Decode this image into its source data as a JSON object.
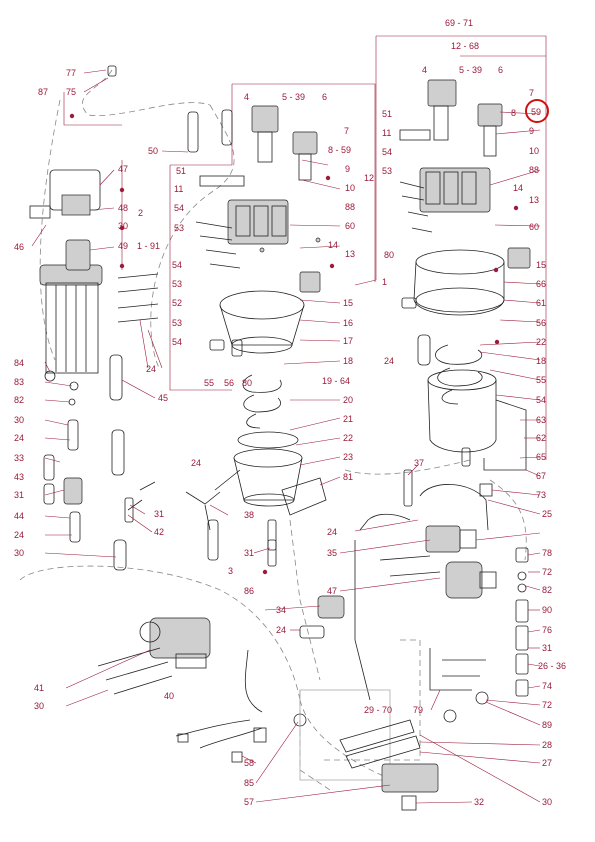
{
  "diagram": {
    "highlighted_callout": "59",
    "colors": {
      "label": "#9b1b3a",
      "highlight": "#d01010",
      "line": "#222222"
    }
  },
  "labels": {
    "l_69_71": "69 - 71",
    "l_12_68": "12 - 68",
    "l_77": "77",
    "l_87": "87",
    "l_75": "75",
    "l_47a": "47",
    "l_48": "48",
    "l_30a": "30",
    "l_49": "49",
    "l_2a": "2",
    "l_46": "46",
    "l_50": "50",
    "l_1_91": "1 - 91",
    "l_4a": "4",
    "l_5_39a": "5 - 39",
    "l_6a": "6",
    "l_7a": "7",
    "l_8_59a": "8 - 59",
    "l_9a": "9",
    "l_10a": "10",
    "l_12a": "12",
    "l_51a": "51",
    "l_11a": "11",
    "l_54a": "54",
    "l_53a": "53",
    "l_54b": "54",
    "l_53b": "53",
    "l_52": "52",
    "l_53c": "53",
    "l_54c": "54",
    "l_88a": "88",
    "l_60a": "60",
    "l_14a": "14",
    "l_13a": "13",
    "l_1a": "1",
    "l_15a": "15",
    "l_16": "16",
    "l_17": "17",
    "l_18a": "18",
    "l_19_64": "19 - 64",
    "l_20": "20",
    "l_21": "21",
    "l_22a": "22",
    "l_23": "23",
    "l_81": "81",
    "l_55a": "55",
    "l_56a": "56",
    "l_80a": "80",
    "l_24a": "24",
    "l_45": "45",
    "l_84": "84",
    "l_83": "83",
    "l_82a": "82",
    "l_30b": "30",
    "l_24b": "24",
    "l_33": "33",
    "l_43": "43",
    "l_31a": "31",
    "l_44": "44",
    "l_24c": "24",
    "l_30c": "30",
    "l_31b": "31",
    "l_42": "42",
    "l_24d": "24",
    "l_38": "38",
    "l_31c": "31",
    "l_3": "3",
    "l_86": "86",
    "l_34": "34",
    "l_24e": "24",
    "l_41": "41",
    "l_30d": "30",
    "l_40": "40",
    "l_58": "58",
    "l_85": "85",
    "l_57": "57",
    "l_4b": "4",
    "l_5_39b": "5 - 39",
    "l_6b": "6",
    "l_7b": "7",
    "l_8b": "8",
    "l_59": "59",
    "l_9b": "9",
    "l_51b": "51",
    "l_11b": "11",
    "l_10b": "10",
    "l_54d": "54",
    "l_88b": "88",
    "l_53d": "53",
    "l_14b": "14",
    "l_13b": "13",
    "l_60b": "60",
    "l_80b": "80",
    "l_15b": "15",
    "l_66": "66",
    "l_61": "61",
    "l_56b": "56",
    "l_22b": "22",
    "l_24f": "24",
    "l_18b": "18",
    "l_55b": "55",
    "l_54e": "54",
    "l_63": "63",
    "l_62": "62",
    "l_65": "65",
    "l_67": "67",
    "l_73": "73",
    "l_37": "37",
    "l_25": "25",
    "l_24g": "24",
    "l_78": "78",
    "l_35": "35",
    "l_72a": "72",
    "l_47b": "47",
    "l_82b": "82",
    "l_90": "90",
    "l_76": "76",
    "l_31d": "31",
    "l_26_36": "26 - 36",
    "l_74": "74",
    "l_79": "79",
    "l_29_70": "29 - 70",
    "l_72b": "72",
    "l_89": "89",
    "l_28": "28",
    "l_27": "27",
    "l_30e": "30",
    "l_32": "32"
  }
}
